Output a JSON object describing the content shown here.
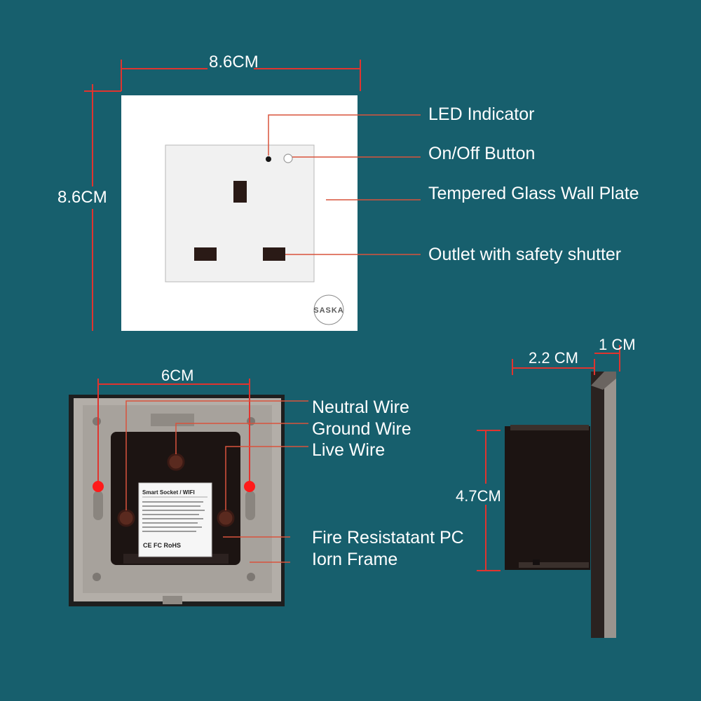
{
  "colors": {
    "background": "#175f6d",
    "dimension_line": "#e0342f",
    "leader_line": "#d9533c",
    "plate": "#ffffff",
    "insert_panel": "#f1f1f1",
    "socket_slot": "#2a1a16",
    "frame_metal": "#b3aea8",
    "housing_dark": "#1c1412"
  },
  "front_view": {
    "width_label": "8.6CM",
    "height_label": "8.6CM",
    "brand_logo": "SASKA",
    "callouts": {
      "led": "LED Indicator",
      "button": "On/Off Button",
      "plate": "Tempered Glass Wall Plate",
      "outlet": "Outlet with safety shutter"
    }
  },
  "back_view": {
    "width_label": "6CM",
    "product_label": {
      "title": "Smart Socket / WIFI",
      "marks": "CE FC RoHS"
    },
    "callouts": {
      "neutral": "Neutral Wire",
      "ground": "Ground Wire",
      "live": "Live Wire",
      "pc": "Fire Resistatant PC",
      "frame": "Iorn Frame"
    }
  },
  "side_view": {
    "depth_label": "2.2 CM",
    "plate_label": "1 CM",
    "height_label": "4.7CM"
  }
}
